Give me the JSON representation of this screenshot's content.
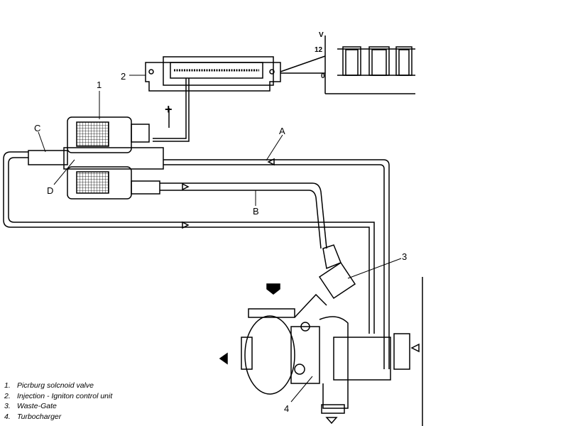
{
  "labels": {
    "valve": "1",
    "ecu": "2",
    "wastegate": "3",
    "turbo": "4",
    "pipe_a": "A",
    "pipe_b": "B",
    "port_c": "C",
    "port_d": "D",
    "plus": "+"
  },
  "signal_graph": {
    "axis_label": "V",
    "ticks": [
      "12",
      "0"
    ]
  },
  "legend": [
    {
      "num": "1.",
      "text": "Picrburg solcnoid valve"
    },
    {
      "num": "2.",
      "text": "Injection - Igniton control unit"
    },
    {
      "num": "3.",
      "text": "Waste-Gate"
    },
    {
      "num": "4.",
      "text": "Turbocharger"
    }
  ]
}
